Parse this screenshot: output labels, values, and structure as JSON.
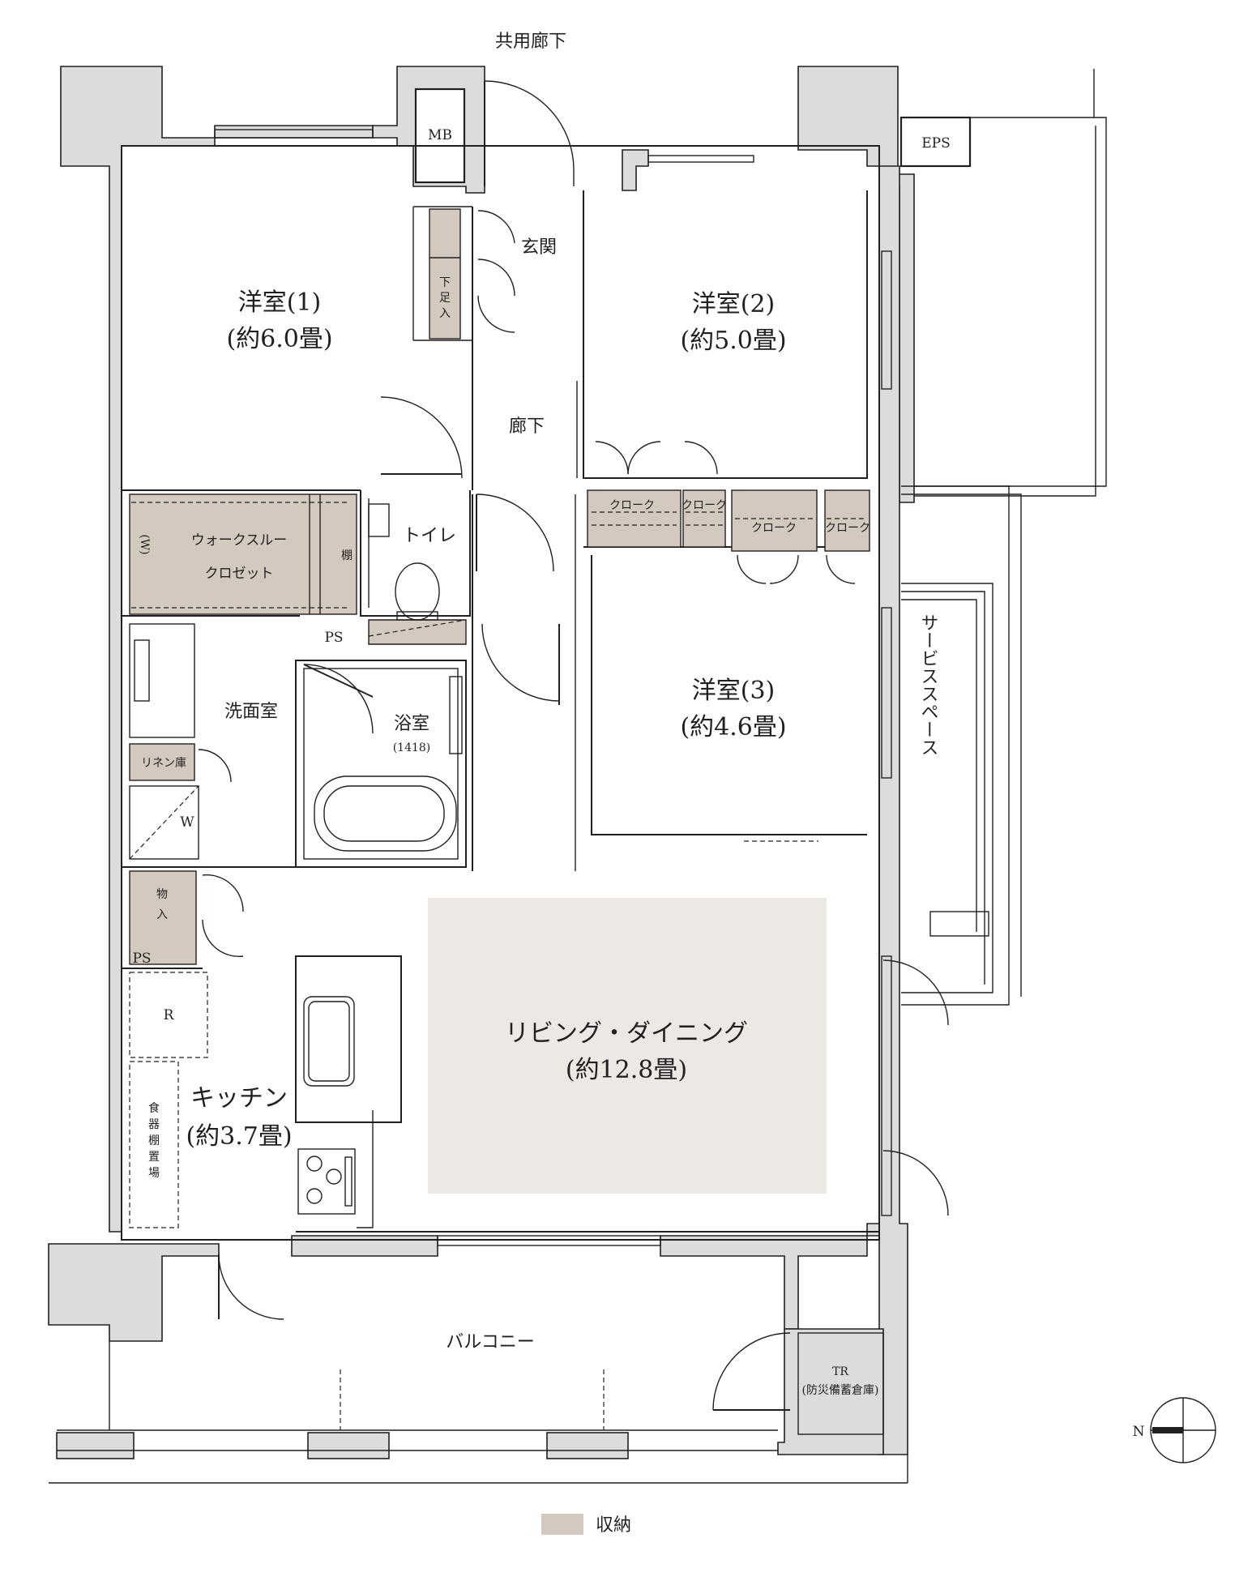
{
  "labels": {
    "corridor_common": "共用廊下",
    "mb": "MB",
    "eps": "EPS",
    "entrance": "玄関",
    "shoe_box_1": "下",
    "shoe_box_2": "足",
    "shoe_box_3": "入",
    "room1_name": "洋室(1)",
    "room1_size": "(約6.0畳)",
    "room2_name": "洋室(2)",
    "room2_size": "(約5.0畳)",
    "room3_name": "洋室(3)",
    "room3_size": "(約4.6畳)",
    "hallway": "廊下",
    "toilet": "トイレ",
    "walk_through_1": "ウォークスルー",
    "walk_through_2": "クロゼット",
    "wt_w": "(W)",
    "shelf": "棚",
    "ps1": "PS",
    "ps2": "PS",
    "washroom": "洗面室",
    "linen": "リネン庫",
    "washer_w": "W",
    "bath": "浴室",
    "bath_size": "(1418)",
    "cloak1": "クローク",
    "cloak2": "クローク",
    "cloak3": "クローク",
    "cloak4": "クローク",
    "storage_1": "物",
    "storage_2": "入",
    "fridge": "R",
    "pantry_1": "食",
    "pantry_2": "器",
    "pantry_3": "棚",
    "pantry_4": "置",
    "pantry_5": "場",
    "kitchen_name": "キッチン",
    "kitchen_size": "(約3.7畳)",
    "ld_name": "リビング・ダイニング",
    "ld_size": "(約12.8畳)",
    "service_space": "サービススペース",
    "balcony": "バルコニー",
    "tr_1": "TR",
    "tr_2": "(防災備蓄倉庫)",
    "compass_n": "N",
    "legend_storage": "収納"
  },
  "colors": {
    "storage": "#d3c9be",
    "ldk_highlight": "#ece8e4",
    "wall": "#dcdcdc",
    "line": "#231f20"
  }
}
